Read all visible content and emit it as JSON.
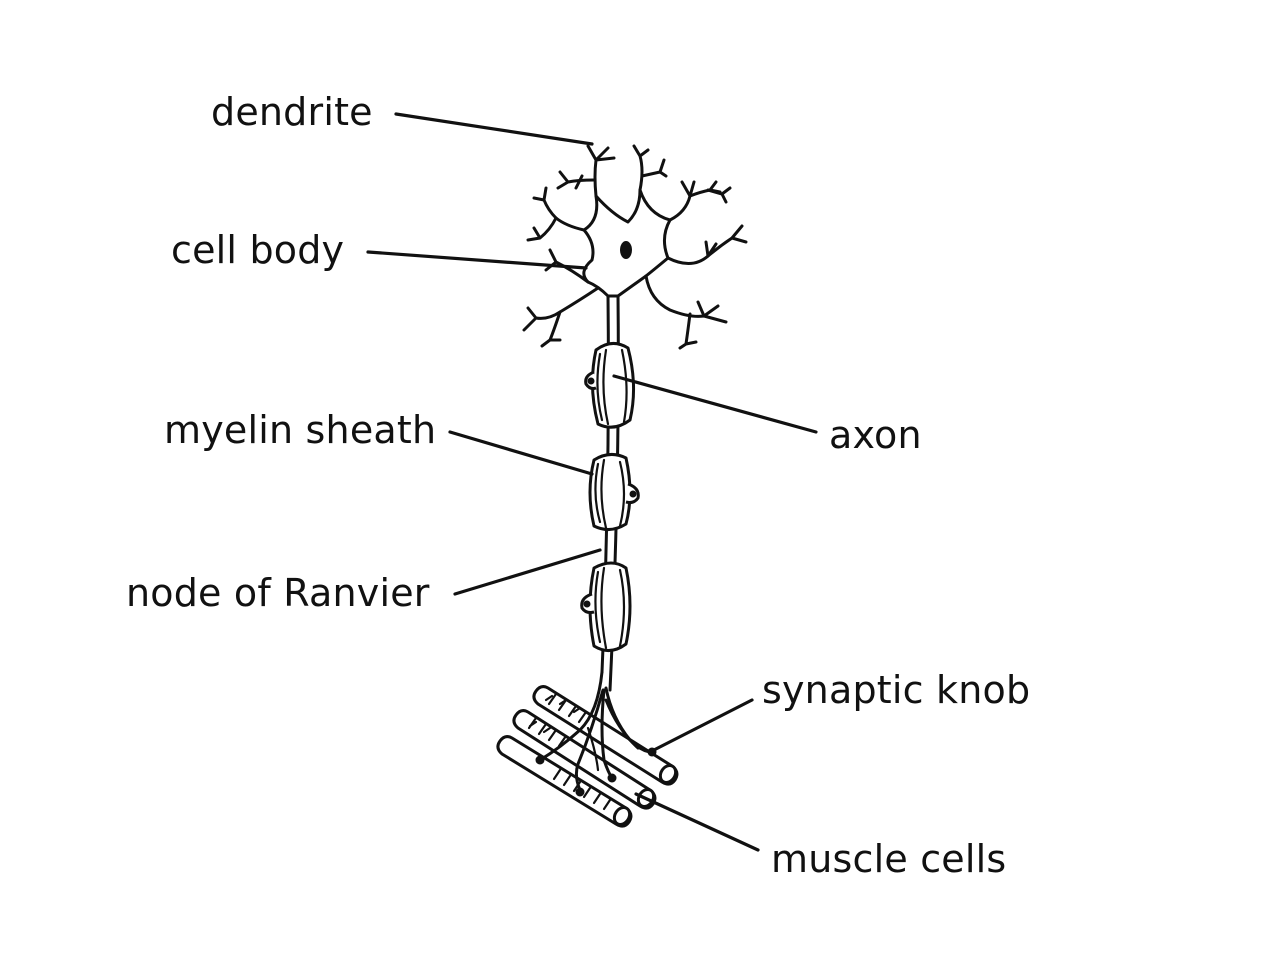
{
  "labels": {
    "dendrite": "dendrite",
    "cell_body": "cell body",
    "myelin_sheath": "myelin sheath",
    "node_of_ranvier": "node of Ranvier",
    "axon": "axon",
    "synaptic_knob": "synaptic knob",
    "muscle_cells": "muscle cells"
  },
  "colors": {
    "ink": "#111111",
    "background": "#ffffff"
  }
}
